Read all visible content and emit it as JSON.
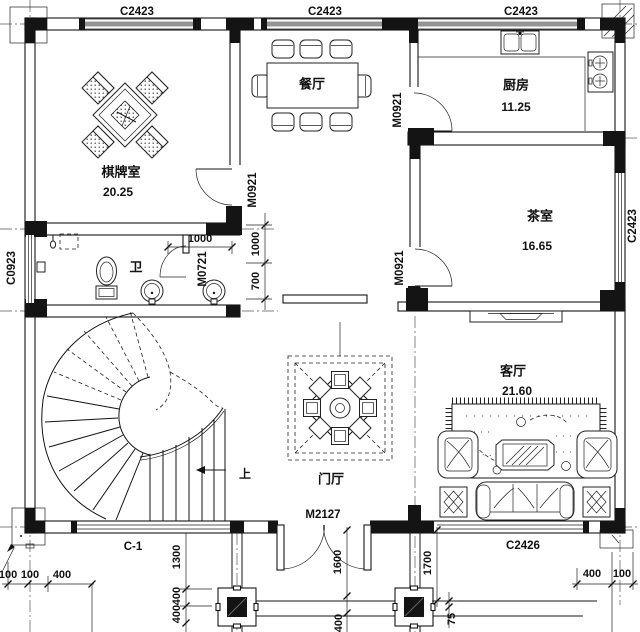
{
  "rooms": {
    "chess": {
      "name": "棋牌室",
      "area": "20.25"
    },
    "dining": {
      "name": "餐厅"
    },
    "kitchen": {
      "name": "厨房",
      "area": "11.25"
    },
    "tea": {
      "name": "茶室",
      "area": "16.65"
    },
    "bath": {
      "name": "卫"
    },
    "living": {
      "name": "客厅",
      "area": "21.60"
    },
    "foyer": {
      "name": "门厅"
    },
    "stairs": {
      "direction": "上"
    }
  },
  "windows": {
    "top_left": "C2423",
    "top_middle": "C2423",
    "top_right": "C2423",
    "right": "C2423",
    "left": "C0923",
    "bottom_left": "C-1",
    "bottom_right": "C2426"
  },
  "doors": {
    "entry": "M2127",
    "chess": "M0921",
    "kitchen": "M0921",
    "tea": "M0921",
    "bath": "M0721"
  },
  "dimensions": {
    "bl_100a": "100",
    "bl_100b": "100",
    "bl_400": "400",
    "br_400": "400",
    "br_100": "100",
    "v_1300": "1300",
    "v_400a": "400",
    "v_400b": "400",
    "v_1600": "1600",
    "v_400c": "400",
    "v_1700": "1700",
    "v_75": "75",
    "bath_1000": "1000",
    "mid_1000": "1000",
    "mid_700": "700"
  }
}
